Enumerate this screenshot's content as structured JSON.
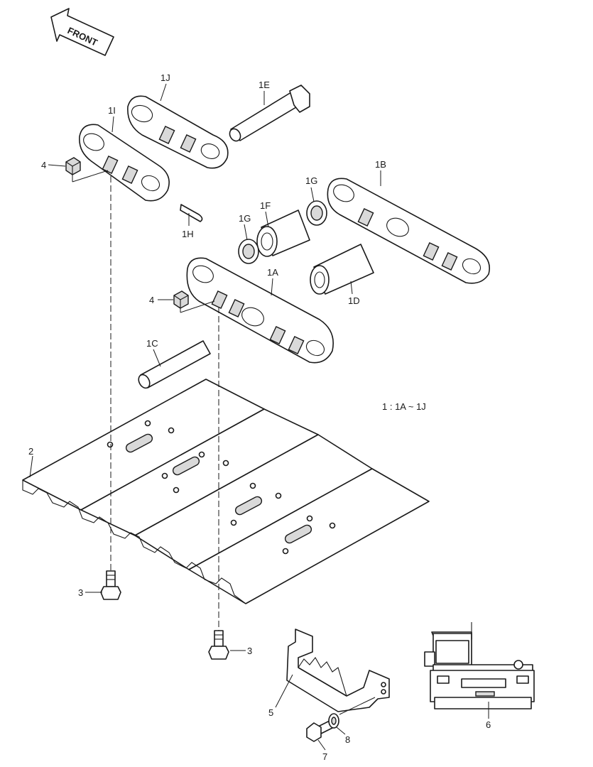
{
  "front_arrow": {
    "text": "FRONT"
  },
  "labels": {
    "l1J": "1J",
    "l1E": "1E",
    "l1I": "1I",
    "l4a": "4",
    "l1H": "1H",
    "l1G_top": "1G",
    "l1B": "1B",
    "l1F": "1F",
    "l1G": "1G",
    "l1A": "1A",
    "l4b": "4",
    "l1D": "1D",
    "l1C": "1C",
    "l2": "2",
    "l3a": "3",
    "l3b": "3",
    "l5": "5",
    "l6": "6",
    "l7": "7",
    "l8": "8"
  },
  "note": "1 : 1A ~ 1J"
}
